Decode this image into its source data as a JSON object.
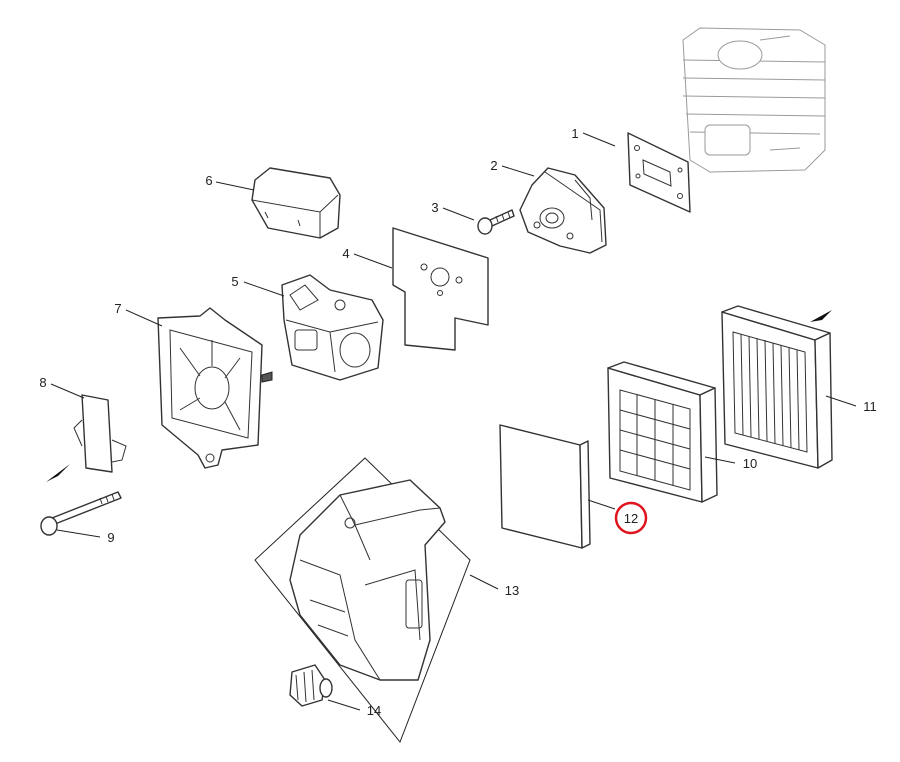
{
  "callouts": [
    "1",
    "2",
    "3",
    "4",
    "5",
    "6",
    "7",
    "8",
    "9",
    "10",
    "11",
    "12",
    "13",
    "14"
  ],
  "highlighted_callout": "12",
  "colors": {
    "line": "#333333",
    "highlight": "#e0141e",
    "background": "#ffffff"
  },
  "direction_arrows": [
    "arrow-icon",
    "arrow-icon"
  ]
}
